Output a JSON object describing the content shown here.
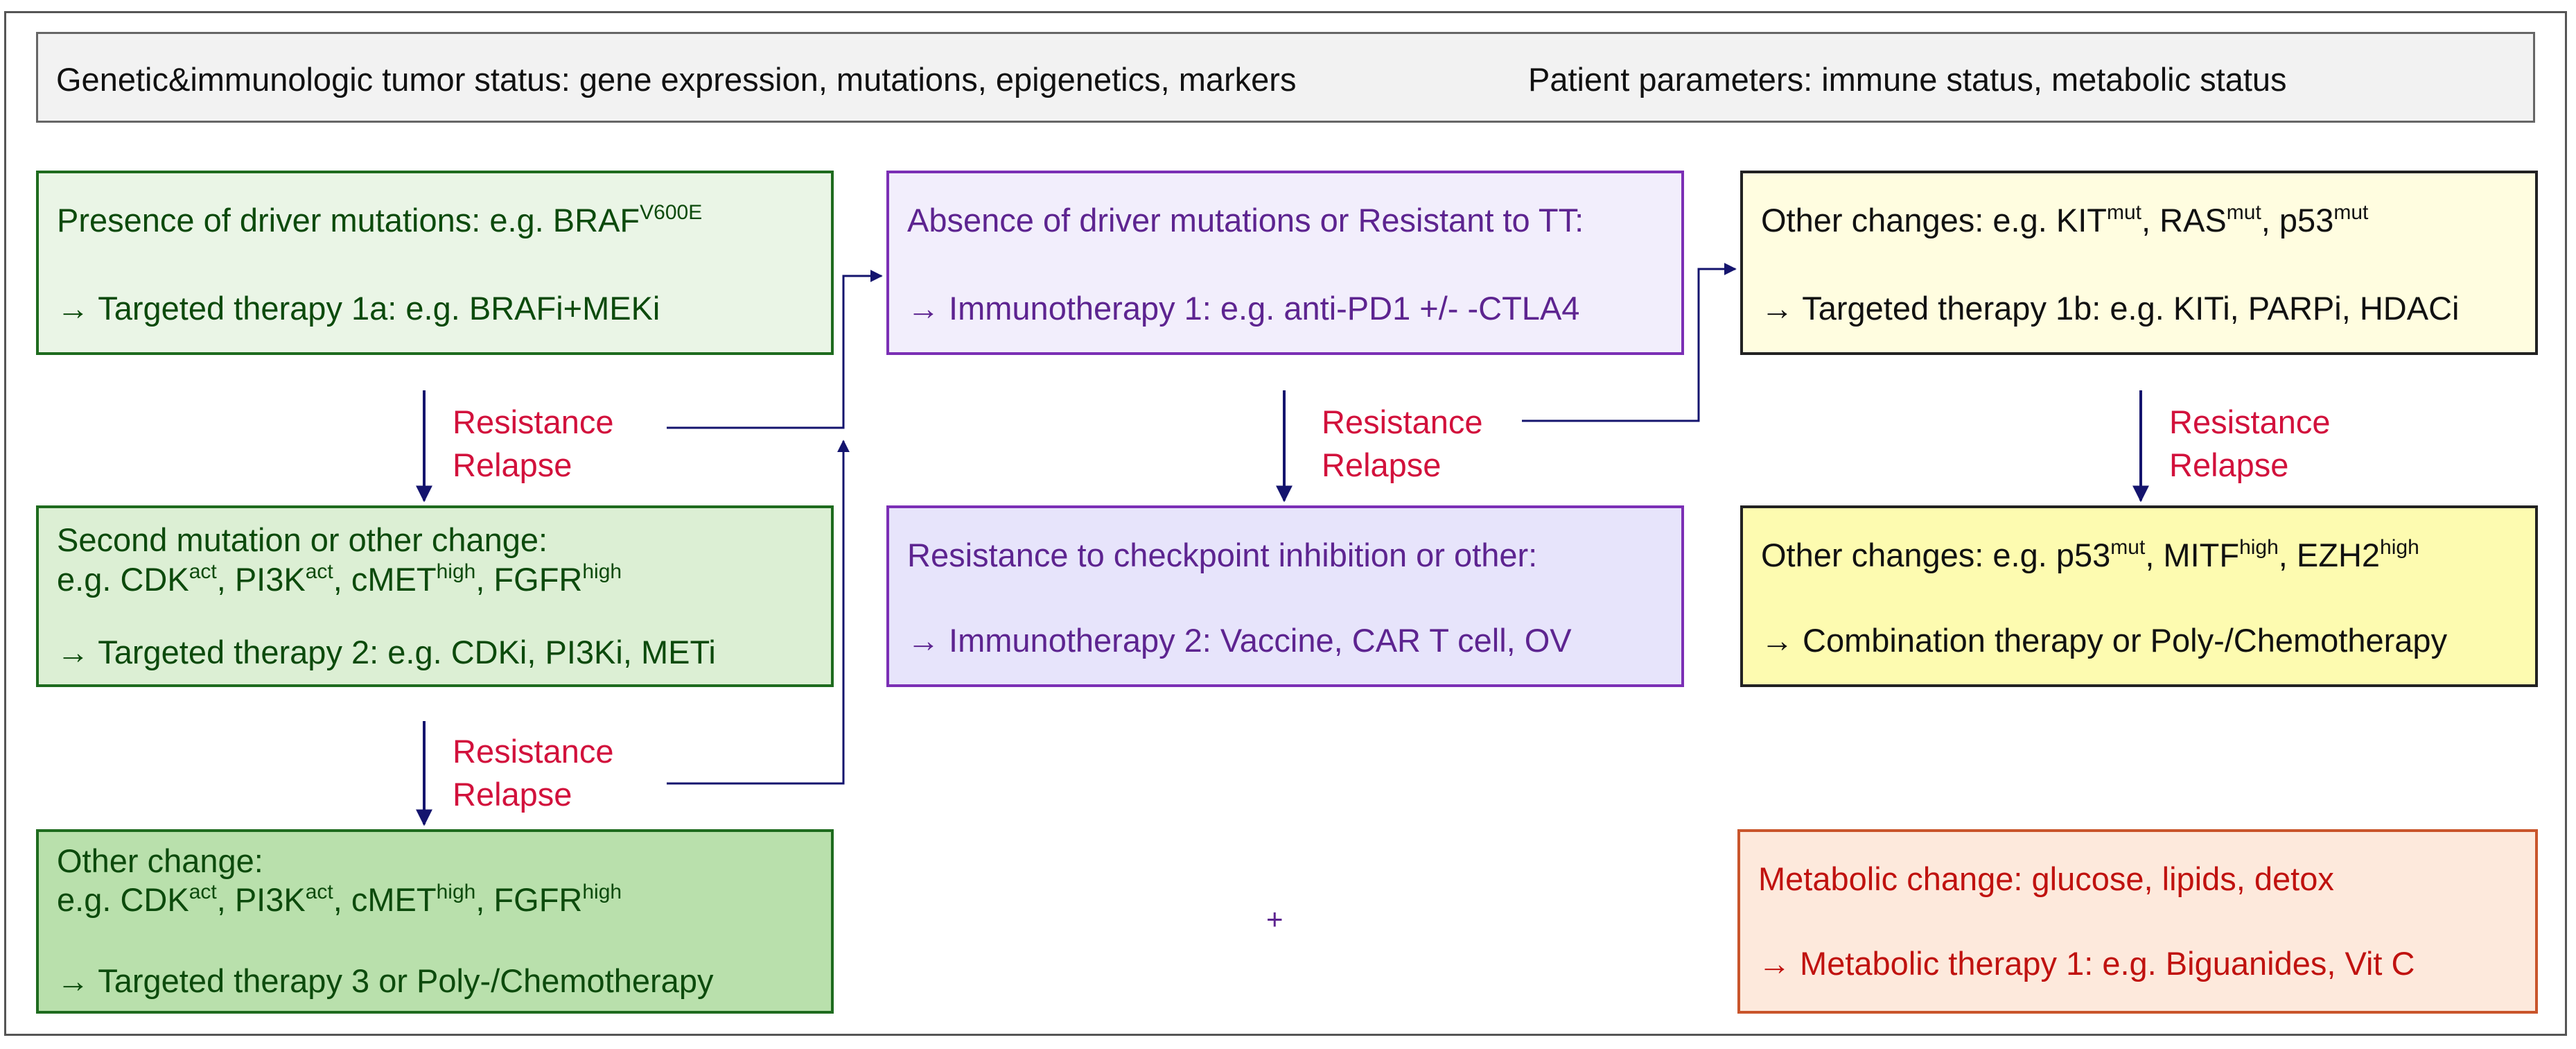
{
  "header": {
    "tumor_status": "Genetic&immunologic tumor status: gene expression, mutations, epigenetics, markers",
    "patient_params": "Patient parameters: immune status, metabolic status"
  },
  "boxes": {
    "driver_mutations": {
      "line1": "Presence of driver mutations: e.g. BRAF",
      "line1_sup": "V600E",
      "line2": "→ Targeted therapy 1a: e.g. BRAFi+MEKi"
    },
    "second_mutation": {
      "line1": "Second mutation or other change:",
      "line2": [
        "e.g. CDK",
        "act",
        ", PI3K",
        "act",
        ", cMET",
        "high",
        ", FGFR",
        "high"
      ],
      "line3": "→ Targeted therapy 2: e.g. CDKi, PI3Ki, METi"
    },
    "other_change": {
      "line1": "Other change:",
      "line2": [
        "e.g. CDK",
        "act",
        ", PI3K",
        "act",
        ", cMET",
        "high",
        ", FGFR",
        "high"
      ],
      "line3": "→ Targeted therapy 3 or Poly-/Chemotherapy"
    },
    "absence_driver": {
      "line1": "Absence of driver mutations or Resistant to TT:",
      "line2": "→ Immunotherapy 1: e.g. anti-PD1 +/- -CTLA4"
    },
    "checkpoint_resistance": {
      "line1": "Resistance to checkpoint inhibition or other:",
      "line2": "→ Immunotherapy 2: Vaccine, CAR T cell, OV"
    },
    "other_changes_1": {
      "line1": [
        "Other changes: e.g. KIT",
        "mut",
        ", RAS",
        "mut",
        ", p53",
        "mut"
      ],
      "line2": "→ Targeted therapy 1b: e.g. KITi, PARPi, HDACi"
    },
    "other_changes_2": {
      "line1": [
        "Other changes: e.g. p53",
        "mut",
        ", MITF",
        "high",
        ", EZH2",
        "high"
      ],
      "line2": "→ Combination therapy or Poly-/Chemotherapy"
    },
    "metabolic": {
      "line1": "Metabolic change: glucose, lipids, detox",
      "line2": "→ Metabolic therapy 1: e.g. Biguanides, Vit C"
    }
  },
  "resistance_label": {
    "line1": "Resistance",
    "line2": "Relapse"
  },
  "plus_sign": "+",
  "colors": {
    "green_border": "#1e6b1e",
    "purple_border": "#7b2fb5",
    "resistance_text": "#d2113c",
    "arrow": "#14146e",
    "metabolic_text": "#c0120f"
  }
}
